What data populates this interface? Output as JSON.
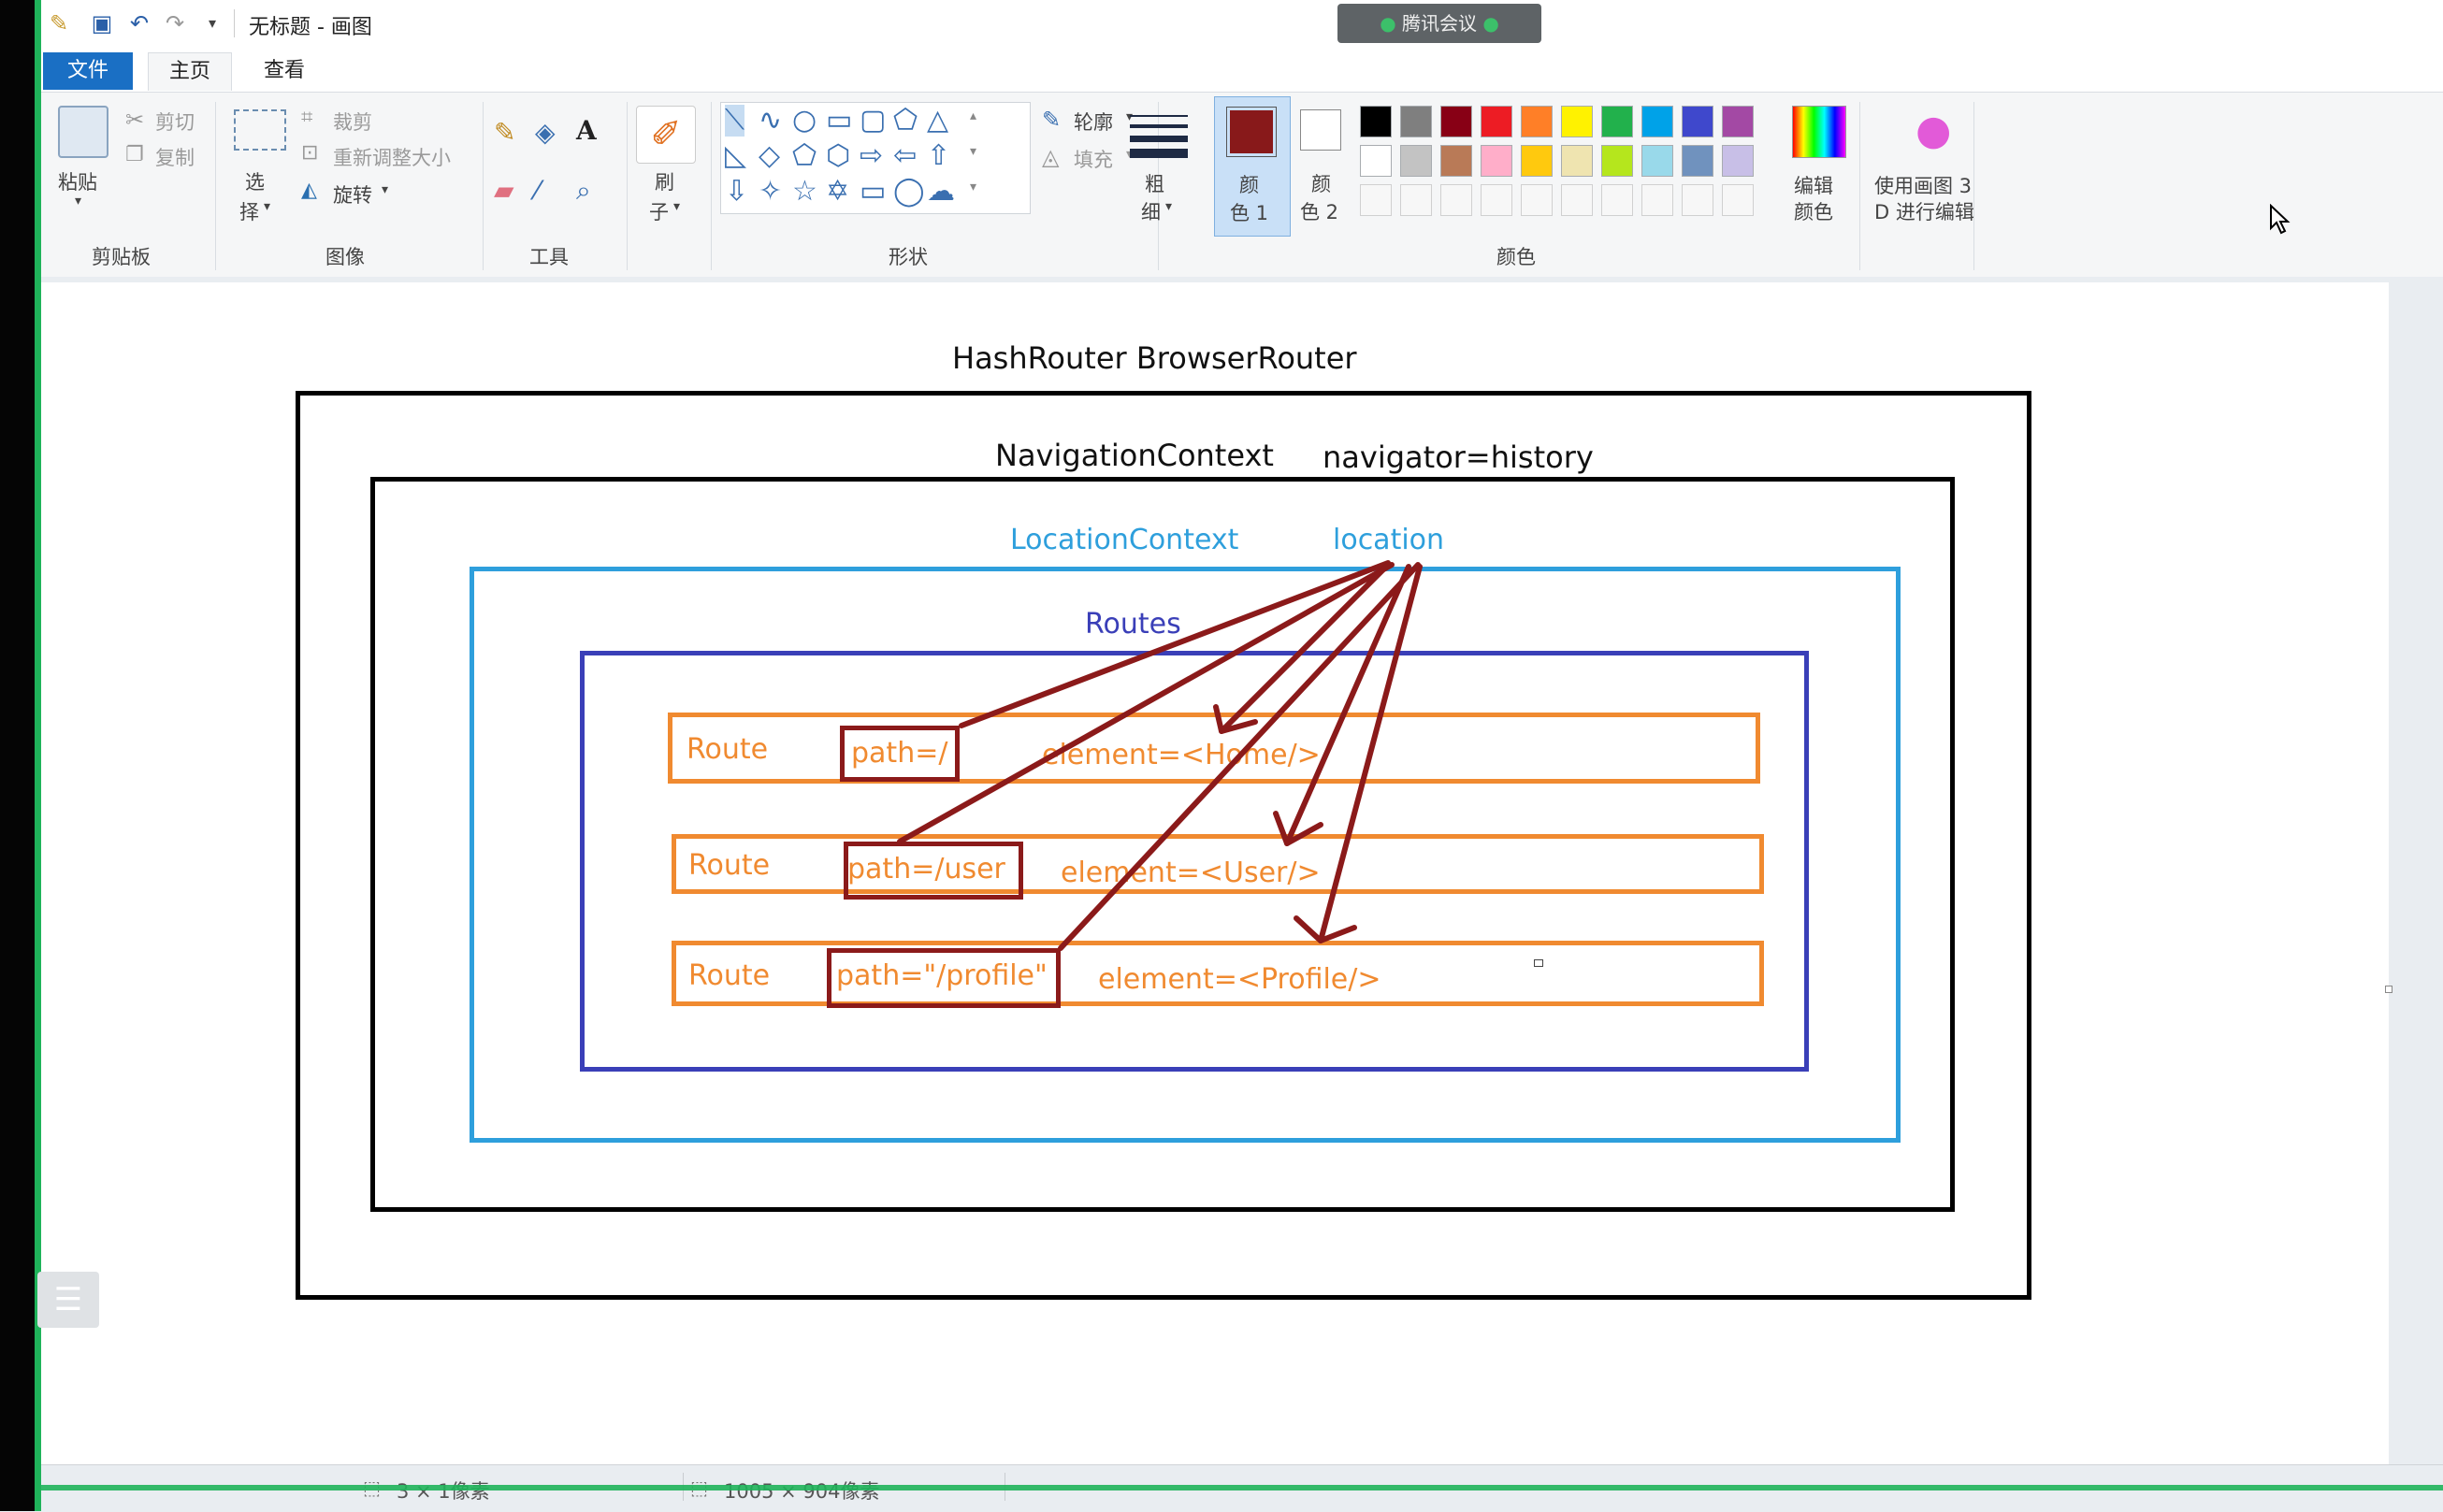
{
  "window": {
    "doc_title": "无标题 - 画图",
    "meeting_badge": "腾讯会议"
  },
  "menu": {
    "tabs": [
      "文件",
      "主页",
      "查看"
    ]
  },
  "ribbon": {
    "clipboard": {
      "paste": "粘贴",
      "cut": "剪切",
      "copy": "复制",
      "label": "剪贴板"
    },
    "image": {
      "select_1": "选",
      "select_2": "择",
      "crop": "裁剪",
      "resize": "重新调整大小",
      "rotate": "旋转",
      "label": "图像"
    },
    "tools": {
      "label": "工具"
    },
    "brush": {
      "line1": "刷",
      "line2": "子"
    },
    "shapes": {
      "outline": "轮廓",
      "fill": "填充",
      "label": "形状"
    },
    "size": {
      "line1": "粗",
      "line2": "细"
    },
    "color1": {
      "line1": "颜",
      "line2": "色 1"
    },
    "color2": {
      "line1": "颜",
      "line2": "色 2"
    },
    "colors": {
      "label": "颜色",
      "row1": [
        "#000000",
        "#7f7f7f",
        "#880015",
        "#ed1c24",
        "#ff7f27",
        "#fff200",
        "#22b14c",
        "#00a2e8",
        "#3f48cc",
        "#a349a4"
      ],
      "row2": [
        "#ffffff",
        "#c3c3c3",
        "#b97a57",
        "#ffaec9",
        "#ffc90e",
        "#efe4b0",
        "#b5e61d",
        "#99d9ea",
        "#7092be",
        "#c8bfe7"
      ],
      "color1_value": "#88191a"
    },
    "edit_colors": {
      "line1": "编辑",
      "line2": "颜色"
    },
    "paint3d": {
      "line1": "使用画图 3",
      "line2": "D 进行编辑"
    }
  },
  "diagram": {
    "router_title": "HashRouter BrowserRouter",
    "navigation_context": "NavigationContext",
    "navigator": "navigator=history",
    "location_context": "LocationContext",
    "location": "location",
    "routes": "Routes",
    "route_rows": [
      {
        "label": "Route",
        "path": "path=/",
        "element": "element=<Home/>"
      },
      {
        "label": "Route",
        "path": "path=/user",
        "element": "element=<User/>"
      },
      {
        "label": "Route",
        "path": "path=\"/profile\"",
        "element": "element=<Profile/>"
      }
    ],
    "colors": {
      "black": "#000000",
      "blue": "#2e9fdc",
      "navy": "#3a3fb8",
      "orange": "#f08a30",
      "maroon": "#8b1a1a"
    }
  },
  "statusbar": {
    "selection": "3 × 1像素",
    "canvas_size": "1005 × 904像素"
  }
}
